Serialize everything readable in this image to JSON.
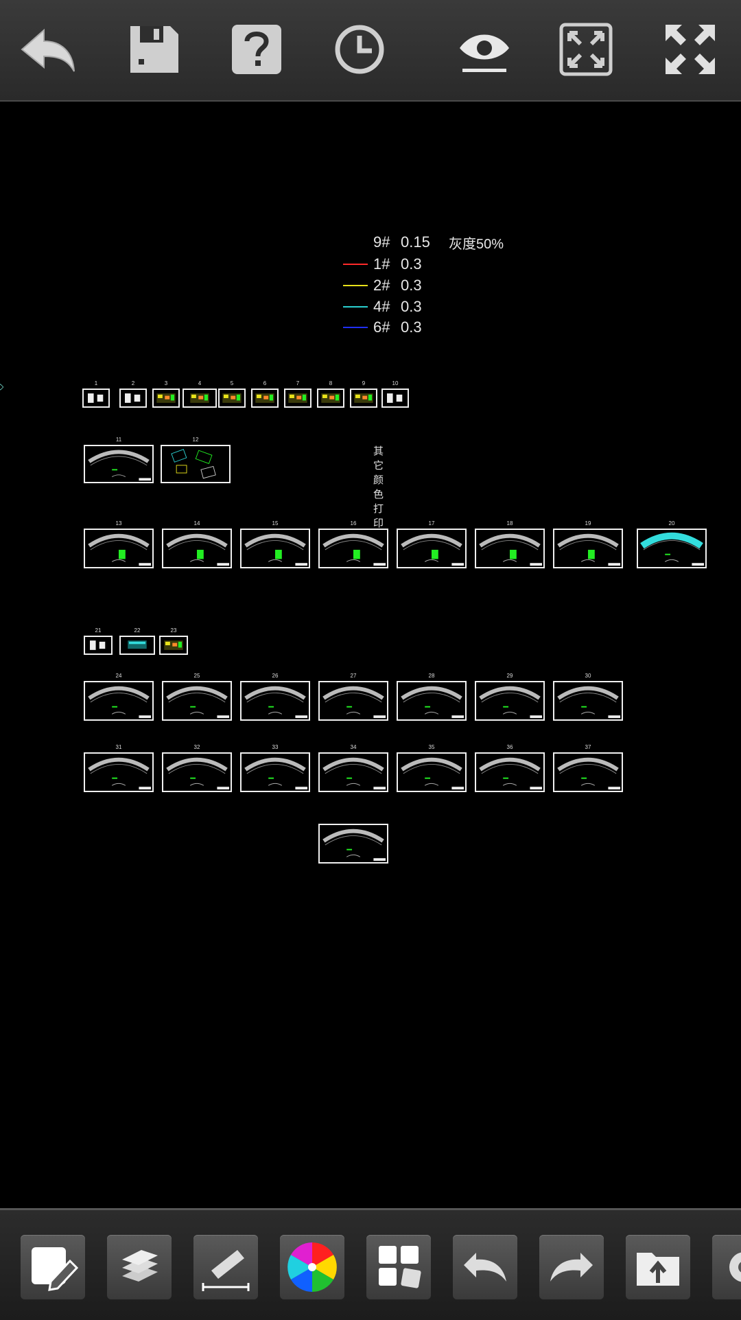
{
  "toolbar_top": {
    "buttons": [
      {
        "id": "back",
        "icon": "back-arrow-icon"
      },
      {
        "id": "save",
        "icon": "floppy-disk-icon"
      },
      {
        "id": "help",
        "icon": "question-mark-icon"
      },
      {
        "id": "history",
        "icon": "clock-icon"
      },
      {
        "id": "view",
        "icon": "eye-icon"
      },
      {
        "id": "fit",
        "icon": "fit-screen-icon"
      },
      {
        "id": "fullscreen",
        "icon": "fullscreen-arrows-icon"
      }
    ]
  },
  "legend": {
    "rows": [
      {
        "name": "9#",
        "value": "0.15",
        "note": "灰度50%",
        "color": ""
      },
      {
        "name": "1#",
        "value": "0.3",
        "note": "",
        "color": "#ff2a2a"
      },
      {
        "name": "2#",
        "value": "0.3",
        "note": "",
        "color": "#e8e21a"
      },
      {
        "name": "4#",
        "value": "0.3",
        "note": "",
        "color": "#2ad0d0"
      },
      {
        "name": "6#",
        "value": "0.3",
        "note": "",
        "color": "#2030ff"
      }
    ],
    "footer": "其它颜色打印"
  },
  "sheets_row1": [
    "1",
    "2",
    "3",
    "4",
    "5",
    "6",
    "7",
    "8",
    "9",
    "10"
  ],
  "sheets_row2": [
    "11",
    "12"
  ],
  "sheets_row3": [
    "13",
    "14",
    "15",
    "16",
    "17",
    "18",
    "19",
    "20"
  ],
  "sheets_row4": [
    "21",
    "22",
    "23"
  ],
  "sheets_row5": [
    "24",
    "25",
    "26",
    "27",
    "28",
    "29",
    "30"
  ],
  "sheets_row6": [
    "31",
    "32",
    "33",
    "34",
    "35",
    "36",
    "37"
  ],
  "sheets_row7": [
    ""
  ],
  "toolbar_bottom": {
    "buttons": [
      {
        "id": "edit",
        "icon": "edit-pencil-icon"
      },
      {
        "id": "layers",
        "icon": "layers-icon"
      },
      {
        "id": "measure",
        "icon": "ruler-measure-icon"
      },
      {
        "id": "color",
        "icon": "color-wheel-icon"
      },
      {
        "id": "layouts",
        "icon": "layouts-grid-icon"
      },
      {
        "id": "undo",
        "icon": "undo-icon"
      },
      {
        "id": "redo",
        "icon": "redo-icon"
      },
      {
        "id": "export",
        "icon": "export-folder-icon"
      },
      {
        "id": "settings",
        "icon": "settings-gear-icon"
      }
    ]
  },
  "colors": {
    "accent_green": "#22ee22",
    "accent_cyan": "#33dddd",
    "background": "#000000"
  }
}
